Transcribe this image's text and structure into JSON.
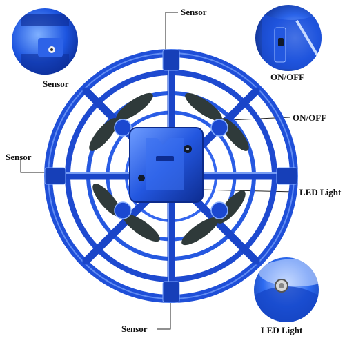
{
  "labels": {
    "sensor_top": "Sensor",
    "sensor_inset": "Sensor",
    "onoff_inset": "ON/OFF",
    "onoff_main": "ON/OFF",
    "sensor_left": "Sensor",
    "led_main": "LED Light",
    "sensor_bottom": "Sensor",
    "led_inset": "LED Light"
  },
  "colors": {
    "cage_blue": "#1f4fd8",
    "cage_dark": "#0c2a8a",
    "cage_light": "#6fa0ff",
    "propeller": "#2f3a3a",
    "inset_bg": "#1a55e0",
    "leader_line": "#222222"
  }
}
